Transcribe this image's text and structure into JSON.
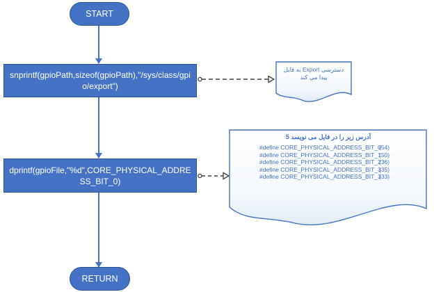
{
  "palette": {
    "shape_fill": "#4472C4",
    "shape_border": "#2F528F",
    "shape_text_color": "#FFFFFF",
    "doc_border": "#4472C4",
    "doc_text_color": "#4472C4",
    "flow_connector_color": "#4472C4",
    "dashed_connector_color": "#3F3F3F"
  },
  "flowchart": {
    "start_label": "START",
    "process1_label": "snprintf(gpioPath,sizeof(gpioPath),\"/sys/class/gpio/export\")",
    "process2_label": "dprintf(gpioFile,\"%d\",CORE_PHYSICAL_ADDRESS_BIT_0)",
    "return_label": "RETURN"
  },
  "annotations": {
    "export_note": {
      "text": "به فایل Export دسترسی پیدا می کند"
    },
    "defines_note": {
      "title": "5 آدرس زیر را در فایل می نویسد",
      "defines": [
        {
          "text": "#define CORE_PHYSICAL_ADDRESS_BIT_0",
          "value": "(54)"
        },
        {
          "text": "#define CORE_PHYSICAL_ADDRESS_BIT_1",
          "value": "(50)"
        },
        {
          "text": "#define CORE_PHYSICAL_ADDRESS_BIT_2",
          "value": "(36)"
        },
        {
          "text": "#define CORE_PHYSICAL_ADDRESS_BIT_3",
          "value": "(35)"
        },
        {
          "text": "#define CORE_PHYSICAL_ADDRESS_BIT_3",
          "value": "(33)"
        }
      ]
    }
  }
}
